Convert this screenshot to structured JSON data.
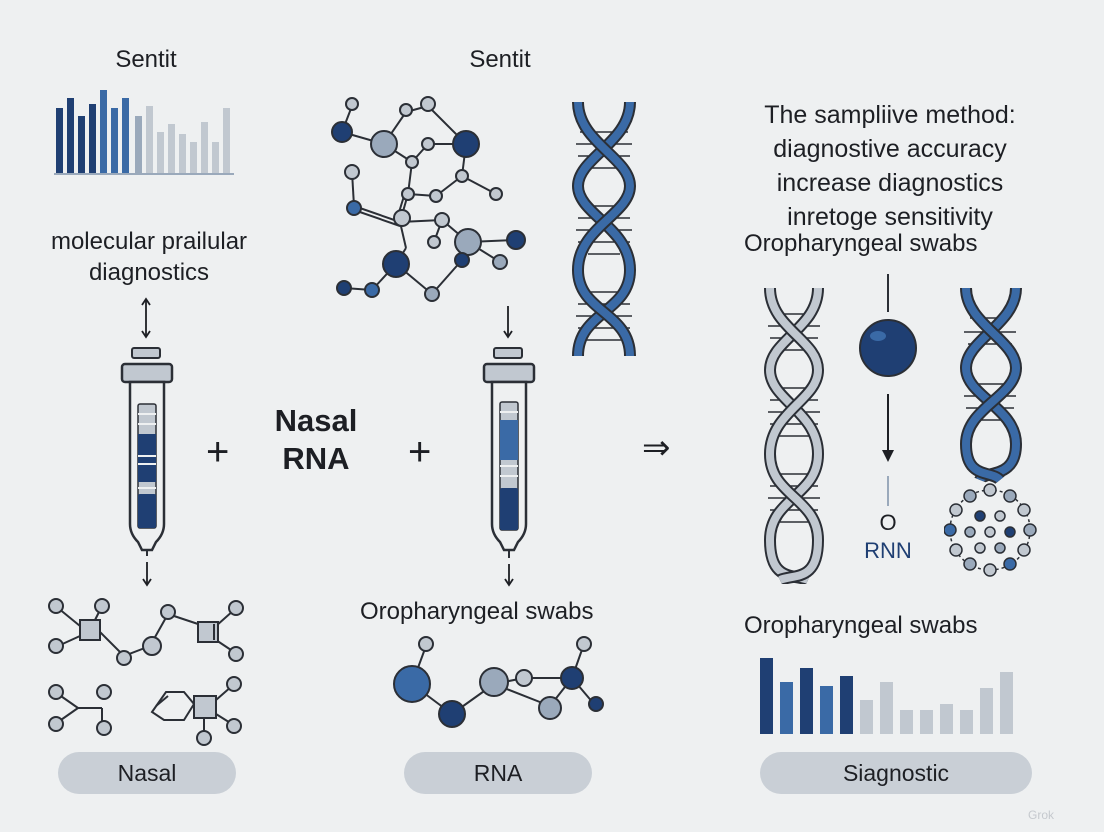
{
  "left": {
    "title": "Sentit",
    "label_line1": "molecular prailular",
    "label_line2": "diagnostics",
    "pill": "Nasal"
  },
  "middle": {
    "title": "Sentit",
    "center_line1": "Nasal",
    "center_line2": "RNA",
    "plus_symbol": "+",
    "swab_label": "Oropharyngeal swabs",
    "pill": "RNA"
  },
  "right": {
    "desc_line1": "The sampliive method:",
    "desc_line2": "diagnostive accuracy",
    "desc_line3": "increase diagnostics",
    "desc_line4": "inretoge sensitivity",
    "label_top": "Oropharyngeal swabs",
    "small_o": "O",
    "small_rnn": "RNN",
    "label_bottom": "Oropharyngeal swabs",
    "pill": "Siagnostic"
  },
  "arrow_symbol": "⇒",
  "watermark": "Grok",
  "colors": {
    "navy": "#1f3f73",
    "blue": "#3a6aa6",
    "steel": "#6f89aa",
    "gray_blue": "#9aa9bb",
    "light_gray": "#c1c8d0",
    "pill": "#c9cfd6",
    "background": "#eef0f1"
  }
}
